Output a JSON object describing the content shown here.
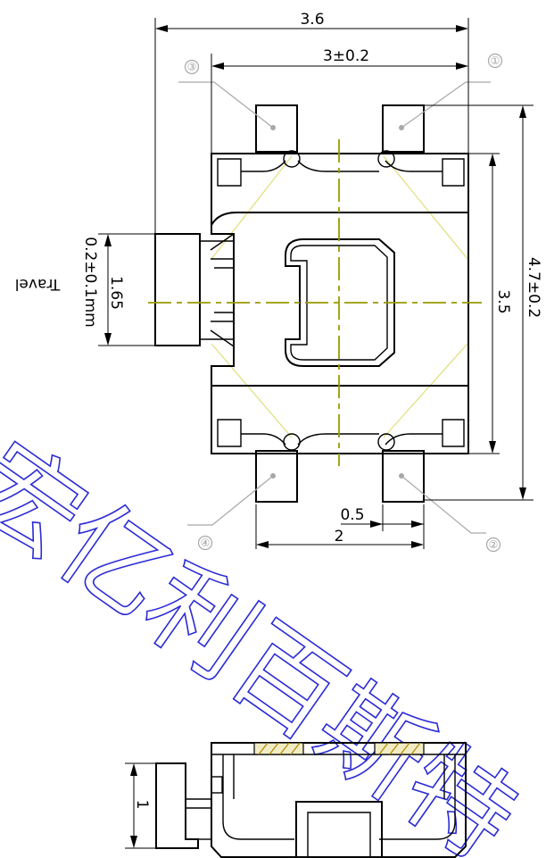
{
  "dimensions": {
    "overall_width": "3.6",
    "lead_spacing": "3±0.2",
    "total_length": "4.7±0.2",
    "body_length": "3.5",
    "actuator_width": "1.65",
    "travel_value": "0.2±0.1mm",
    "travel_label": "Travel",
    "lead_width": "0.5",
    "lead_pitch": "2",
    "side_height": "1"
  },
  "pins": [
    "①",
    "②",
    "③",
    "④"
  ],
  "watermark": "宏亿利百斯特",
  "colors": {
    "outline": "#000000",
    "center_line": "#9a9a00",
    "construction": "#e2e080",
    "callout": "#a8a8a8",
    "watermark": "#2b2bd6"
  }
}
